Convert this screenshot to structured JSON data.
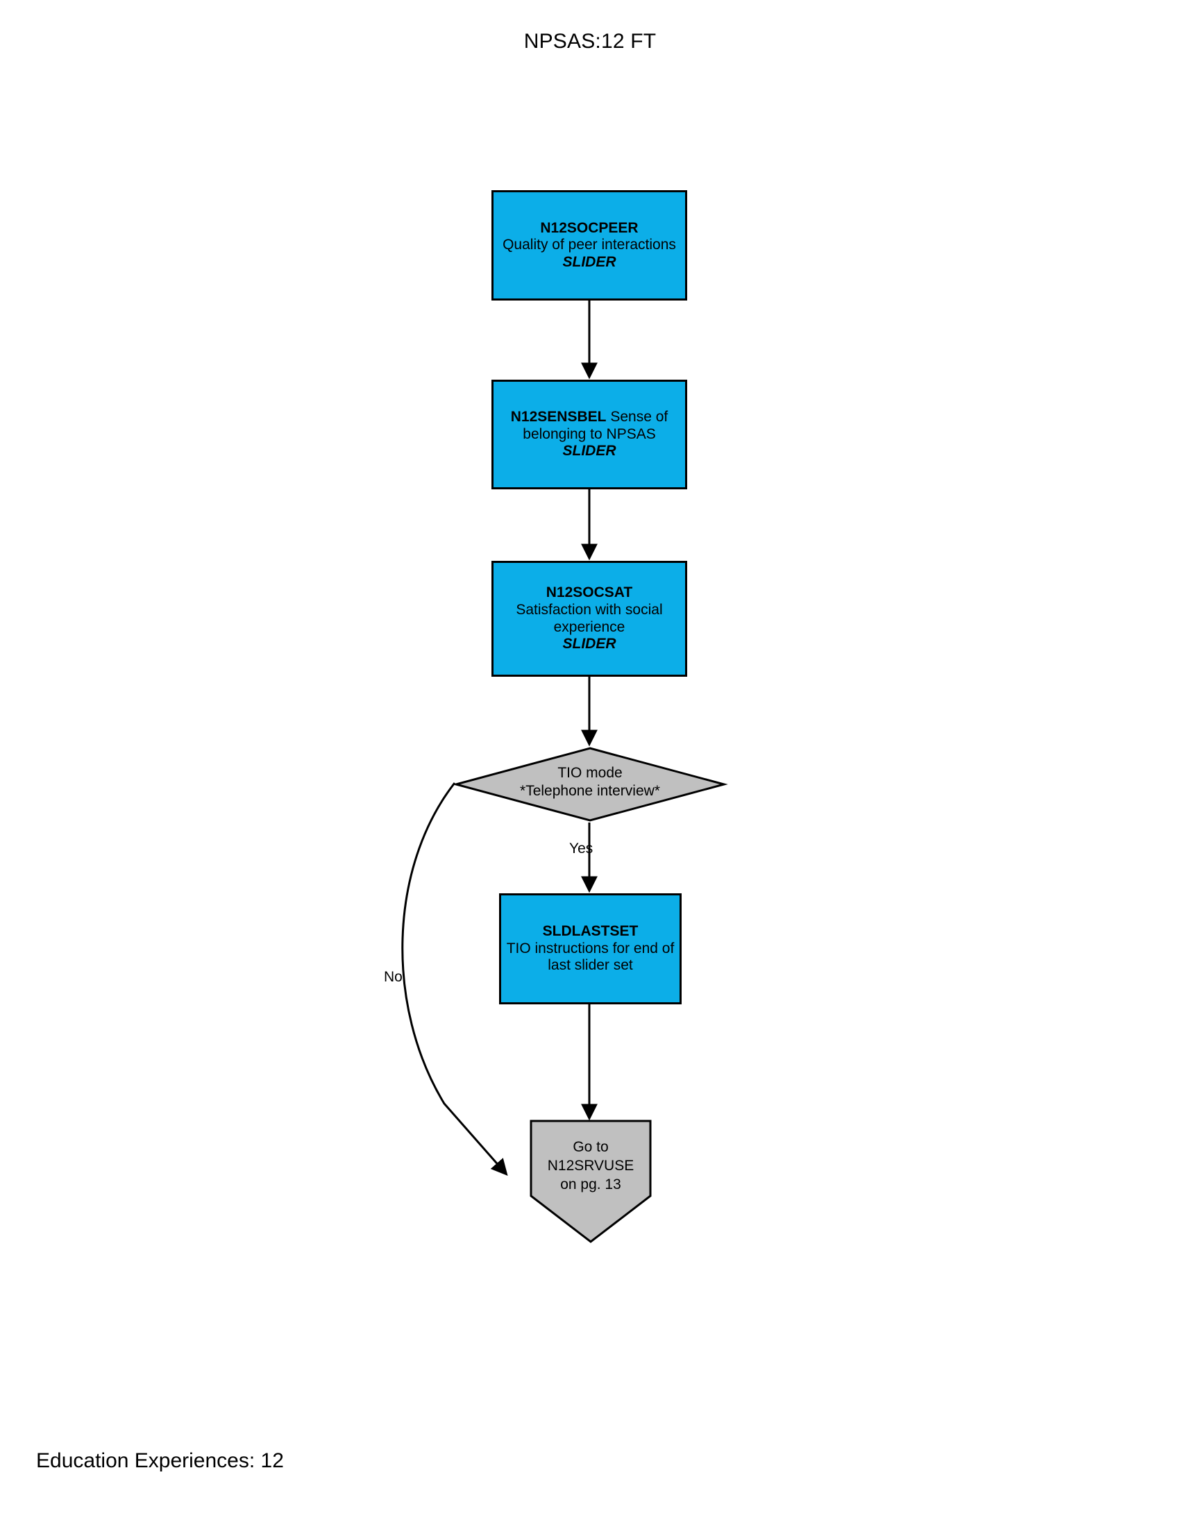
{
  "page": {
    "title": "NPSAS:12 FT",
    "footer": "Education Experiences: 12",
    "colors": {
      "process_fill": "#0caee8",
      "decision_fill": "#c0c0c0",
      "terminator_fill": "#c0c0c0",
      "outline": "#000000",
      "background": "#ffffff"
    }
  },
  "flowchart": {
    "type": "flowchart",
    "nodes": [
      {
        "id": "n12socpeer",
        "shape": "process",
        "code": "N12SOCPEER",
        "description": "Quality of peer interactions",
        "mode": "SLIDER"
      },
      {
        "id": "n12sensbel",
        "shape": "process",
        "code": "N12SENSBEL",
        "description": "Sense of belonging to NPSAS",
        "mode": "SLIDER"
      },
      {
        "id": "n12socsat",
        "shape": "process",
        "code": "N12SOCSAT",
        "description": "Satisfaction with social experience",
        "mode": "SLIDER"
      },
      {
        "id": "tio-mode",
        "shape": "decision",
        "line1": "TIO mode",
        "line2": "*Telephone interview*"
      },
      {
        "id": "sldlastset",
        "shape": "process",
        "code": "SLDLASTSET",
        "description": "TIO instructions for end of last slider set",
        "mode": ""
      },
      {
        "id": "goto-n12srvuse",
        "shape": "terminator",
        "line1": "Go to",
        "line2": "N12SRVUSE",
        "line3": "on pg. 13"
      }
    ],
    "edges": [
      {
        "from": "n12socpeer",
        "to": "n12sensbel",
        "label": ""
      },
      {
        "from": "n12sensbel",
        "to": "n12socsat",
        "label": ""
      },
      {
        "from": "n12socsat",
        "to": "tio-mode",
        "label": ""
      },
      {
        "from": "tio-mode",
        "to": "sldlastset",
        "label": "Yes"
      },
      {
        "from": "tio-mode",
        "to": "goto-n12srvuse",
        "label": "No"
      },
      {
        "from": "sldlastset",
        "to": "goto-n12srvuse",
        "label": ""
      }
    ]
  }
}
